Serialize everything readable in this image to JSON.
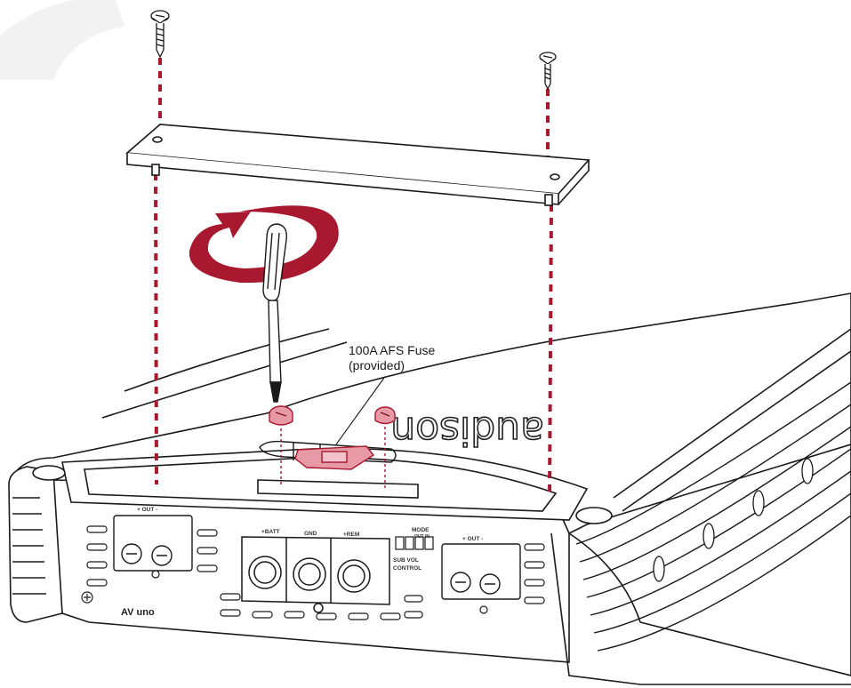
{
  "diagram": {
    "fuse_label_line1": "100A AFS Fuse",
    "fuse_label_line2": "(provided)",
    "model_name": "AV uno",
    "brand_mirrored": "audison",
    "terminals": {
      "left_out": "+ OUT -",
      "right_out": "+ OUT -",
      "batt": "+BATT",
      "gnd": "GND",
      "rem": "+REM",
      "sub_vol": "SUB VOL",
      "control": "CONTROL",
      "mode": "MODE",
      "out_in": "OUT IN"
    }
  },
  "colors": {
    "accent_red": "#a8182e",
    "line_dark": "#1a1a1a",
    "fuse_pink": "#e79aa6",
    "watermark": "#f0f0f0"
  },
  "icons": [
    "screw-icon",
    "screwdriver-icon",
    "rotation-arrow-icon",
    "fuse-icon"
  ]
}
